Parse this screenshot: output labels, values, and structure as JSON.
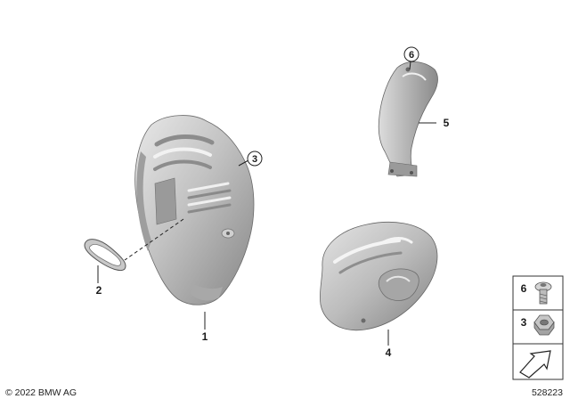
{
  "callouts": {
    "c1": "1",
    "c2": "2",
    "c3": "3",
    "c4": "4",
    "c5": "5",
    "c6": "6"
  },
  "legend": {
    "item_a": "6",
    "item_b": "3"
  },
  "footer": {
    "copyright": "© 2022 BMW AG",
    "diagram_number": "528223"
  },
  "colors": {
    "part_light": "#e6e6e6",
    "part_mid": "#b8b8b8",
    "part_dark": "#7f7f7f",
    "line": "#222222"
  }
}
